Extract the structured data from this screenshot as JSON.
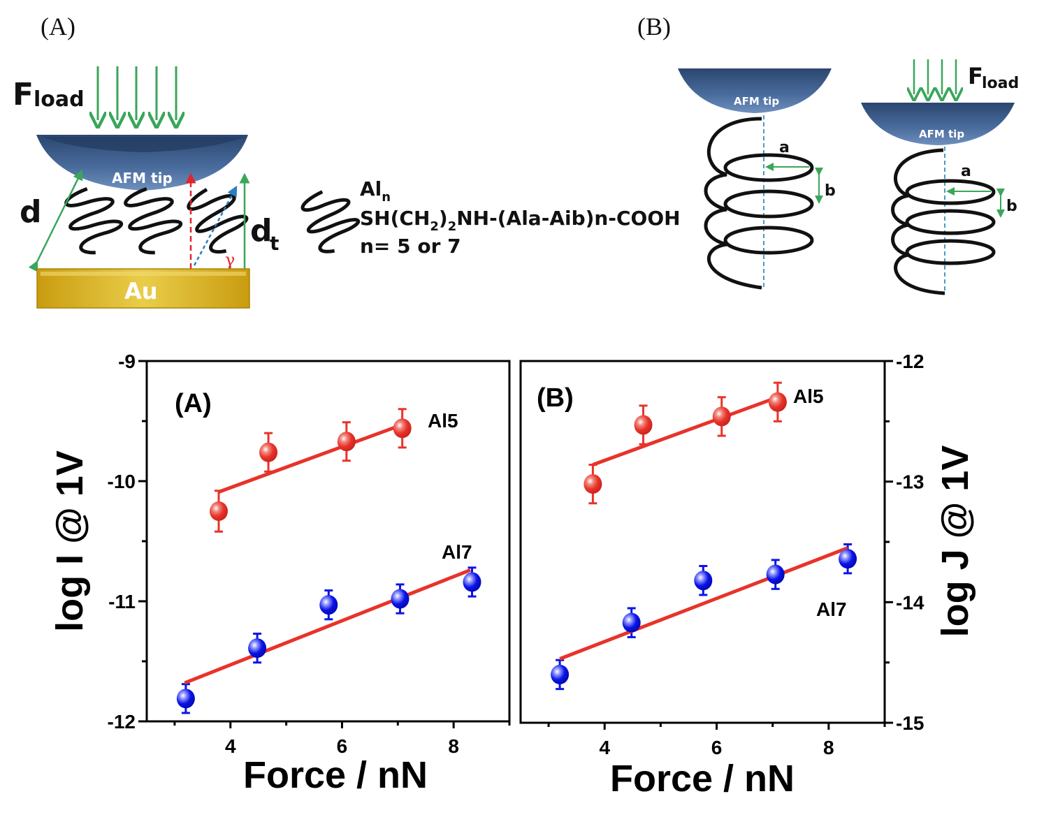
{
  "schematic": {
    "panel_a_label": "(A)",
    "panel_b_label": "(B)",
    "f_load_main": "F",
    "f_load_sub": "load",
    "afm_tip_label": "AFM tip",
    "au_label": "Au",
    "d_label": "d",
    "dt_main": "d",
    "dt_sub": "t",
    "gamma_label": "γ",
    "legend_name_main": "Al",
    "legend_name_sub": "n",
    "formula_part1": "SH(CH",
    "formula_sub1": "2",
    "formula_part2": ")",
    "formula_sub2": "2",
    "formula_part3": "NH-(Ala-Aib)n-COOH",
    "n_values": "n= 5 or 7",
    "a_label": "a",
    "b_label": "b",
    "colors": {
      "arrow_green": "#3aa65a",
      "tip_blue": "#3d5f8f",
      "gold": "#d9b21f",
      "red_arrow": "#e0262b",
      "blue_dash": "#2c7fc0"
    }
  },
  "chart_data": [
    {
      "type": "scatter",
      "panel": "(A)",
      "xlabel": "Force / nN",
      "ylabel": "log I @ 1V",
      "xlim": [
        2.5,
        9
      ],
      "ylim": [
        -12,
        -9
      ],
      "xticks": [
        4,
        6,
        8
      ],
      "yticks": [
        -12,
        -11,
        -10,
        -9
      ],
      "y_axis_side": "left",
      "grid": false,
      "series": [
        {
          "name": "Al5",
          "color": "#e8332a",
          "x": [
            3.79,
            4.68,
            6.08,
            7.08
          ],
          "y": [
            -10.25,
            -9.76,
            -9.67,
            -9.56
          ],
          "yerr": [
            0.17,
            0.16,
            0.16,
            0.16
          ],
          "fit": {
            "x": [
              3.79,
              7.08
            ],
            "y": [
              -10.09,
              -9.53
            ]
          }
        },
        {
          "name": "Al7",
          "color": "#0a14e6",
          "x": [
            3.2,
            4.48,
            5.76,
            7.04,
            8.33
          ],
          "y": [
            -11.81,
            -11.39,
            -11.03,
            -10.98,
            -10.84
          ],
          "yerr": [
            0.12,
            0.12,
            0.12,
            0.12,
            0.12
          ],
          "fit": {
            "x": [
              3.18,
              8.3
            ],
            "y": [
              -11.68,
              -10.74
            ]
          }
        }
      ],
      "fit_color": "#e8332a"
    },
    {
      "type": "scatter",
      "panel": "(B)",
      "xlabel": "Force / nN",
      "ylabel": "log J @ 1V",
      "xlim": [
        2.5,
        9
      ],
      "ylim": [
        -15,
        -12
      ],
      "xticks": [
        4,
        6,
        8
      ],
      "yticks": [
        -15,
        -14,
        -13,
        -12
      ],
      "y_axis_side": "right",
      "grid": false,
      "series": [
        {
          "name": "Al5",
          "color": "#e8332a",
          "x": [
            3.79,
            4.69,
            6.09,
            7.09
          ],
          "y": [
            -13.02,
            -12.53,
            -12.46,
            -12.34
          ],
          "yerr": [
            0.16,
            0.16,
            0.16,
            0.16
          ],
          "fit": {
            "x": [
              3.79,
              7.09
            ],
            "y": [
              -12.86,
              -12.3
            ]
          }
        },
        {
          "name": "Al7",
          "color": "#0a14e6",
          "x": [
            3.2,
            4.48,
            5.76,
            7.05,
            8.34
          ],
          "y": [
            -14.6,
            -14.17,
            -13.82,
            -13.77,
            -13.64
          ],
          "yerr": [
            0.12,
            0.12,
            0.12,
            0.12,
            0.12
          ],
          "fit": {
            "x": [
              3.2,
              8.34
            ],
            "y": [
              -14.47,
              -13.55
            ]
          }
        }
      ],
      "fit_color": "#e8332a"
    }
  ]
}
